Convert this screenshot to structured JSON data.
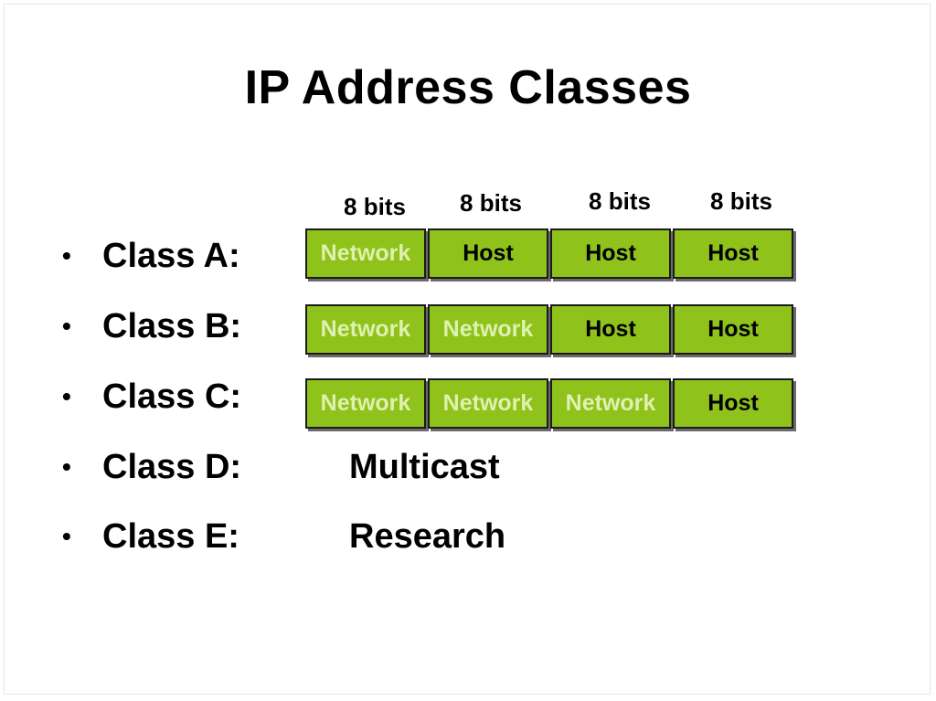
{
  "slide": {
    "title": "IP Address Classes"
  },
  "octet_labels": [
    "8 bits",
    "8 bits",
    "8 bits",
    "8 bits"
  ],
  "classes": [
    {
      "label": "Class A:",
      "octets": [
        "Network",
        "Host",
        "Host",
        "Host"
      ]
    },
    {
      "label": "Class B:",
      "octets": [
        "Network",
        "Network",
        "Host",
        "Host"
      ]
    },
    {
      "label": "Class C:",
      "octets": [
        "Network",
        "Network",
        "Network",
        "Host"
      ]
    },
    {
      "label": "Class D:",
      "value": "Multicast"
    },
    {
      "label": "Class E:",
      "value": "Research"
    }
  ],
  "colors": {
    "cell_fill": "#8fc21b",
    "network_text": "#dff0b0",
    "host_text": "#000000"
  }
}
